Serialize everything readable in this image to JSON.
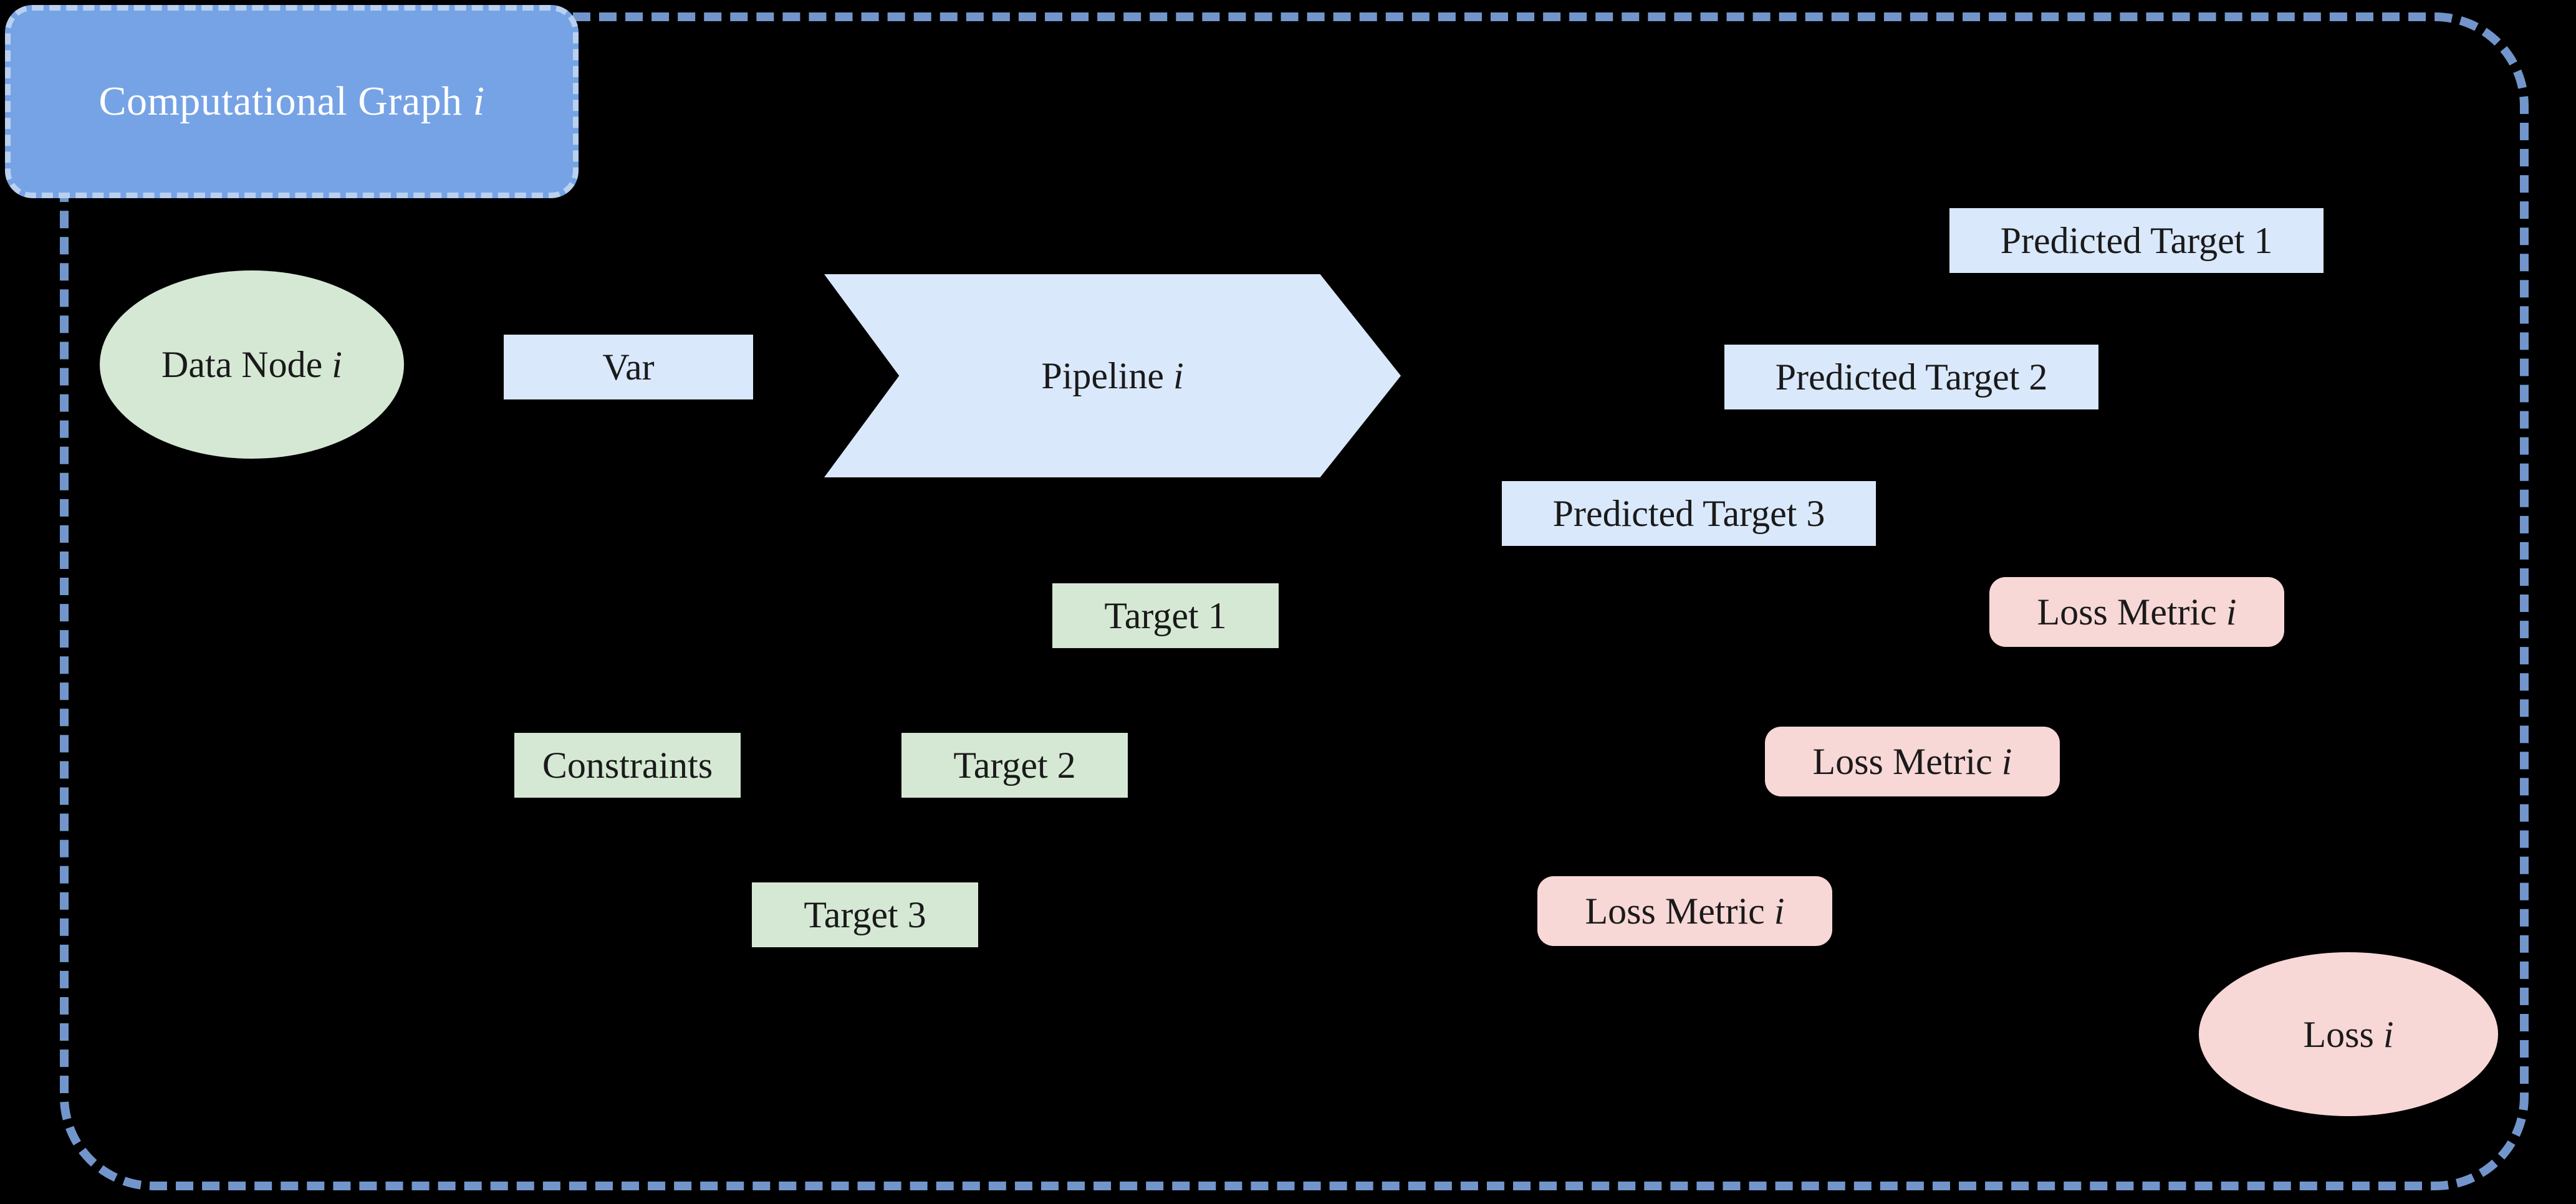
{
  "diagram": {
    "title_label": "Computational Graph",
    "title_index": "i",
    "boundary_name": "computational-graph-boundary",
    "colors": {
      "background": "#000000",
      "boundary_dash": "#7296cb",
      "title_fill": "#76a3e5",
      "title_dash": "#b9d0f0",
      "green_fill": "#d5e8d4",
      "blue_fill": "#dae8fc",
      "pink_fill": "#f8d7d7",
      "text": "#1a1a1a",
      "title_text": "#ffffff"
    }
  },
  "nodes": {
    "data_node": {
      "label": "Data Node",
      "index": "i",
      "shape": "ellipse",
      "color": "green"
    },
    "var": {
      "label": "Var",
      "shape": "rect",
      "color": "blue"
    },
    "pipeline": {
      "label": "Pipeline",
      "index": "i",
      "shape": "chevron",
      "color": "blue"
    },
    "constraints": {
      "label": "Constraints",
      "shape": "rect",
      "color": "green"
    },
    "loss": {
      "label": "Loss",
      "index": "i",
      "shape": "ellipse",
      "color": "pink"
    }
  },
  "targets": [
    {
      "label": "Target 1",
      "shape": "rect",
      "color": "green"
    },
    {
      "label": "Target 2",
      "shape": "rect",
      "color": "green"
    },
    {
      "label": "Target 3",
      "shape": "rect",
      "color": "green"
    }
  ],
  "predicted_targets": [
    {
      "label": "Predicted Target 1",
      "shape": "rect",
      "color": "blue"
    },
    {
      "label": "Predicted Target 2",
      "shape": "rect",
      "color": "blue"
    },
    {
      "label": "Predicted Target 3",
      "shape": "rect",
      "color": "blue"
    }
  ],
  "loss_metrics": [
    {
      "label": "Loss Metric",
      "index": "i",
      "shape": "rounded-rect",
      "color": "pink"
    },
    {
      "label": "Loss Metric",
      "index": "i",
      "shape": "rounded-rect",
      "color": "pink"
    },
    {
      "label": "Loss Metric",
      "index": "i",
      "shape": "rounded-rect",
      "color": "pink"
    }
  ]
}
